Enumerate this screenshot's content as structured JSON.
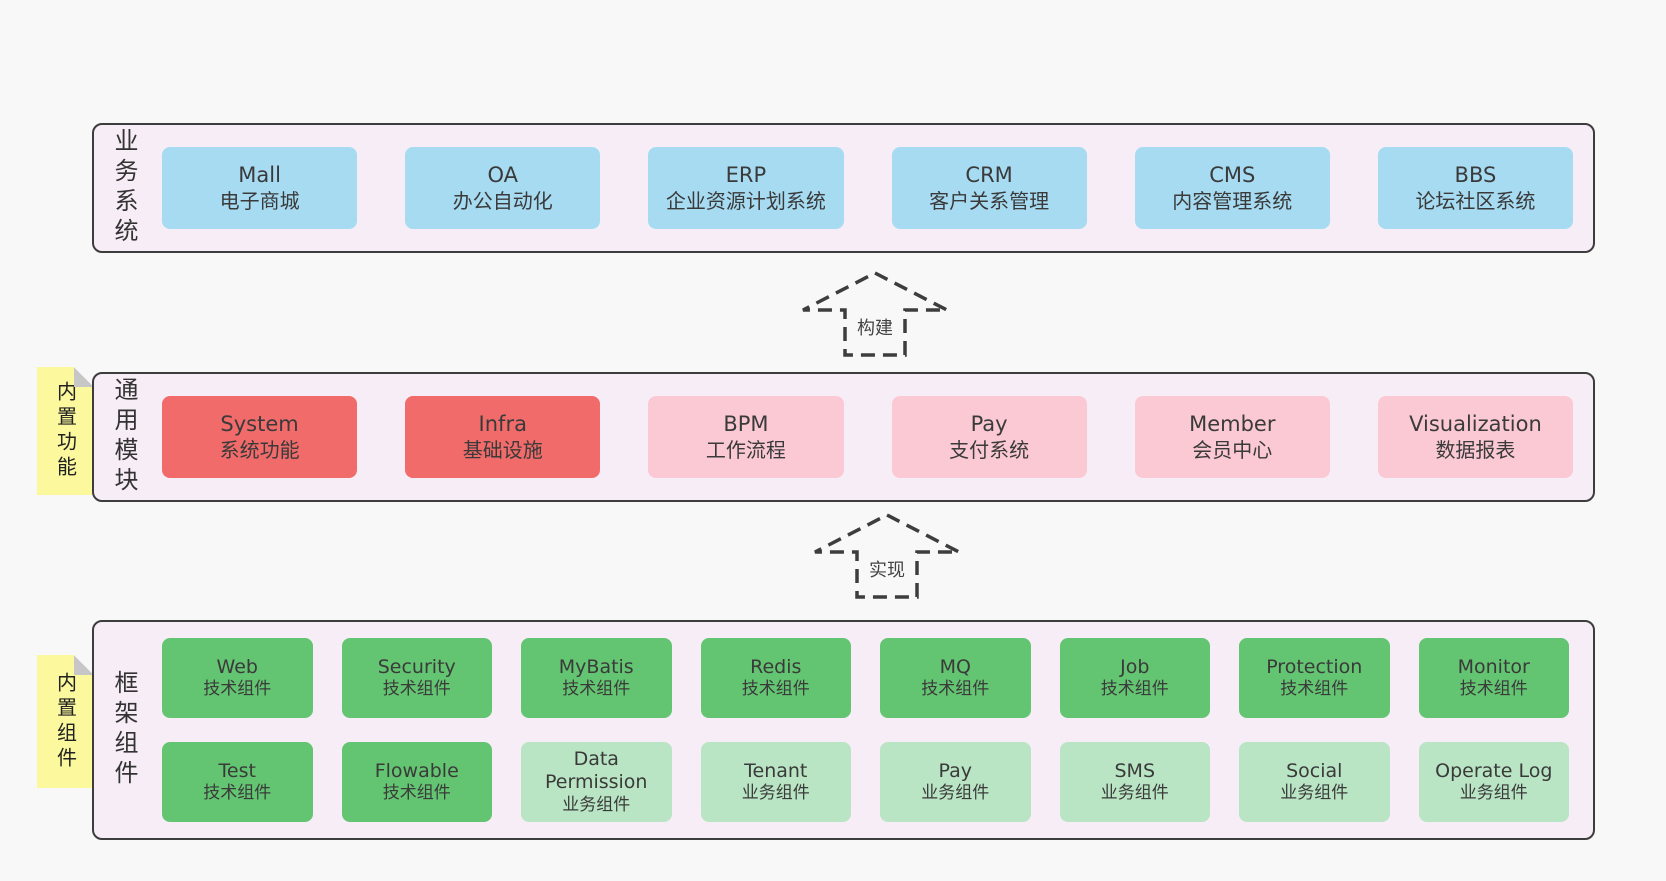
{
  "colors": {
    "page-bg": "#f8f8f8",
    "panel-bg": "#f7edf6",
    "panel-border": "#3d3d3d",
    "text": "#3a3a3a",
    "blue": "#a7dbf2",
    "red": "#f16b6a",
    "pink": "#fbc9d3",
    "green": "#63c471",
    "lightgreen": "#b9e5c4",
    "yellow": "#fbf89d",
    "fold": "#c7c7c7",
    "arrow": "#3d3d3d"
  },
  "arrows": {
    "build": "构建",
    "implement": "实现"
  },
  "sections": {
    "business": {
      "side_label": "业务系统",
      "items": [
        {
          "name": "Mall",
          "desc": "电子商城",
          "variant": "blue"
        },
        {
          "name": "OA",
          "desc": "办公自动化",
          "variant": "blue"
        },
        {
          "name": "ERP",
          "desc": "企业资源计划系统",
          "variant": "blue"
        },
        {
          "name": "CRM",
          "desc": "客户关系管理",
          "variant": "blue"
        },
        {
          "name": "CMS",
          "desc": "内容管理系统",
          "variant": "blue"
        },
        {
          "name": "BBS",
          "desc": "论坛社区系统",
          "variant": "blue"
        }
      ]
    },
    "modules": {
      "sticky_label": "内置功能",
      "side_label": "通用模块",
      "items": [
        {
          "name": "System",
          "desc": "系统功能",
          "variant": "red"
        },
        {
          "name": "Infra",
          "desc": "基础设施",
          "variant": "red"
        },
        {
          "name": "BPM",
          "desc": "工作流程",
          "variant": "pink"
        },
        {
          "name": "Pay",
          "desc": "支付系统",
          "variant": "pink"
        },
        {
          "name": "Member",
          "desc": "会员中心",
          "variant": "pink"
        },
        {
          "name": "Visualization",
          "desc": "数据报表",
          "variant": "pink"
        }
      ]
    },
    "framework": {
      "sticky_label": "内置组件",
      "side_label": "框架组件",
      "row1": [
        {
          "name": "Web",
          "desc": "技术组件",
          "variant": "green"
        },
        {
          "name": "Security",
          "desc": "技术组件",
          "variant": "green"
        },
        {
          "name": "MyBatis",
          "desc": "技术组件",
          "variant": "green"
        },
        {
          "name": "Redis",
          "desc": "技术组件",
          "variant": "green"
        },
        {
          "name": "MQ",
          "desc": "技术组件",
          "variant": "green"
        },
        {
          "name": "Job",
          "desc": "技术组件",
          "variant": "green"
        },
        {
          "name": "Protection",
          "desc": "技术组件",
          "variant": "green"
        },
        {
          "name": "Monitor",
          "desc": "技术组件",
          "variant": "green"
        }
      ],
      "row2": [
        {
          "name": "Test",
          "desc": "技术组件",
          "variant": "green"
        },
        {
          "name": "Flowable",
          "desc": "技术组件",
          "variant": "green"
        },
        {
          "name": "Data Permission",
          "desc": "业务组件",
          "variant": "lightgreen"
        },
        {
          "name": "Tenant",
          "desc": "业务组件",
          "variant": "lightgreen"
        },
        {
          "name": "Pay",
          "desc": "业务组件",
          "variant": "lightgreen"
        },
        {
          "name": "SMS",
          "desc": "业务组件",
          "variant": "lightgreen"
        },
        {
          "name": "Social",
          "desc": "业务组件",
          "variant": "lightgreen"
        },
        {
          "name": "Operate Log",
          "desc": "业务组件",
          "variant": "lightgreen"
        }
      ]
    }
  }
}
